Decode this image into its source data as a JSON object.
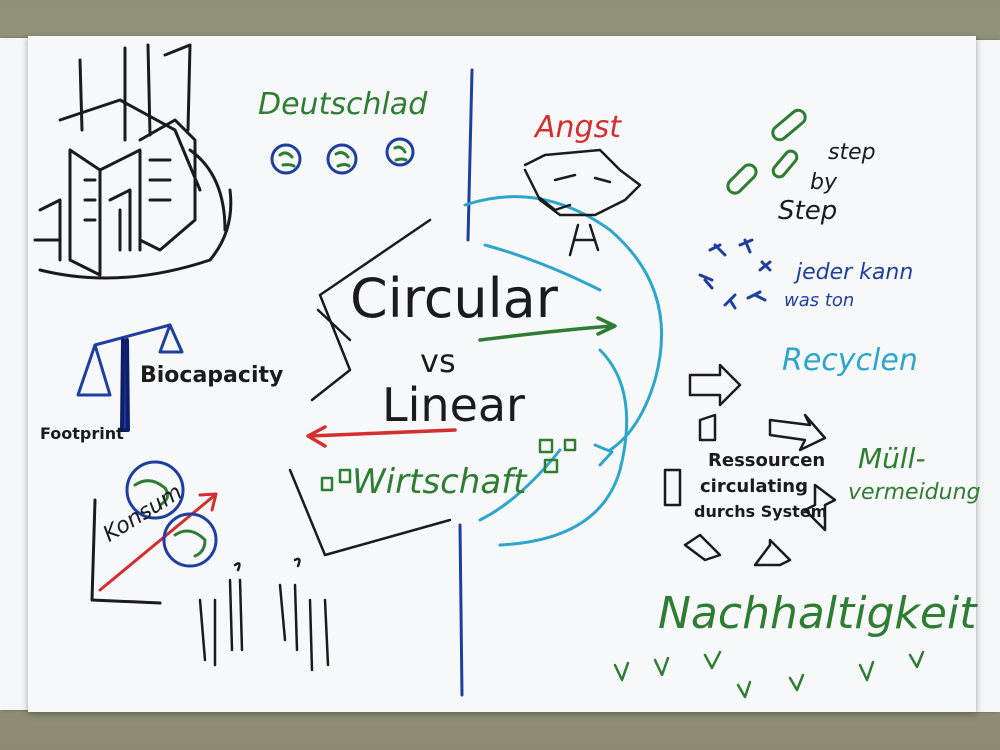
{
  "labels": {
    "deutschland": "Deutschlad",
    "angst": "Angst",
    "step": "step",
    "by": "by",
    "step2": "Step",
    "jeder_kann_1": "jeder kann",
    "jeder_kann_2": "was ton",
    "recyclen": "Recyclen",
    "circular": "Circular",
    "vs": "vs",
    "linear": "Linear",
    "wirtschaft": "Wirtschaft",
    "biocapacity": "Biocapacity",
    "footprint": "Footprint",
    "konsum": "Konsum",
    "ressourcen_1": "Ressourcen",
    "ressourcen_2": "circulating",
    "ressourcen_3": "durchs System",
    "muell_1": "Müll-",
    "muell_2": "vermeidung",
    "nachhaltigkeit": "Nachhaltigkeit"
  },
  "colors": {
    "black": "#1b1b1d",
    "green": "#2e7d32",
    "blue": "#1f3f9e",
    "red": "#d32f2f",
    "cyan": "#2ea6cc",
    "board": "#f7f8fa"
  }
}
